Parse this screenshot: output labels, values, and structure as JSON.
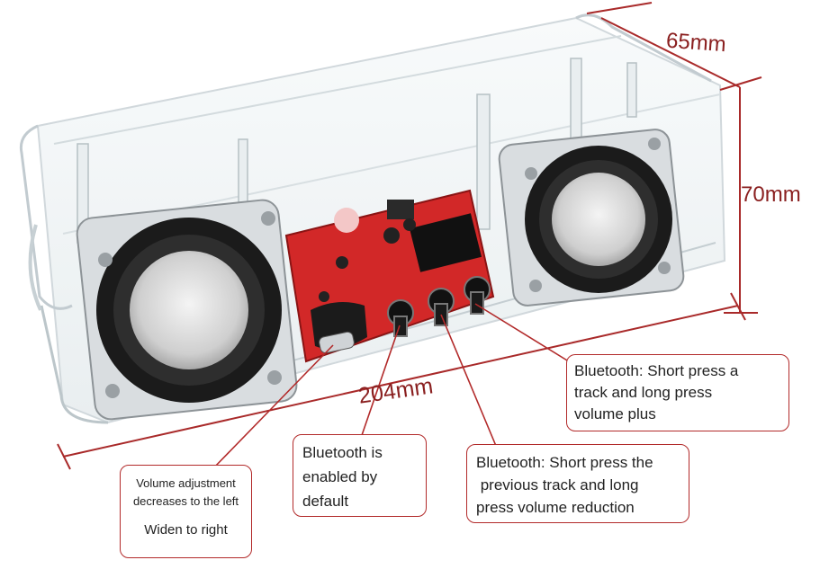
{
  "dimensions": {
    "width": "65mm",
    "height": "70mm",
    "length": "204mm"
  },
  "callouts": {
    "next_track": [
      "Bluetooth: Short press a",
      "track and long press",
      "volume plus"
    ],
    "previous_track": [
      "Bluetooth: Short press the",
      " previous track and long",
      "press volume reduction"
    ],
    "bluetooth_default": [
      "Bluetooth is",
      "enabled by",
      "default"
    ],
    "volume_knob": [
      "Volume adjustment",
      "decreases to the left",
      "Widen to right"
    ]
  },
  "colors": {
    "annotation": "#b22a2a",
    "pcb": "#d22828"
  }
}
